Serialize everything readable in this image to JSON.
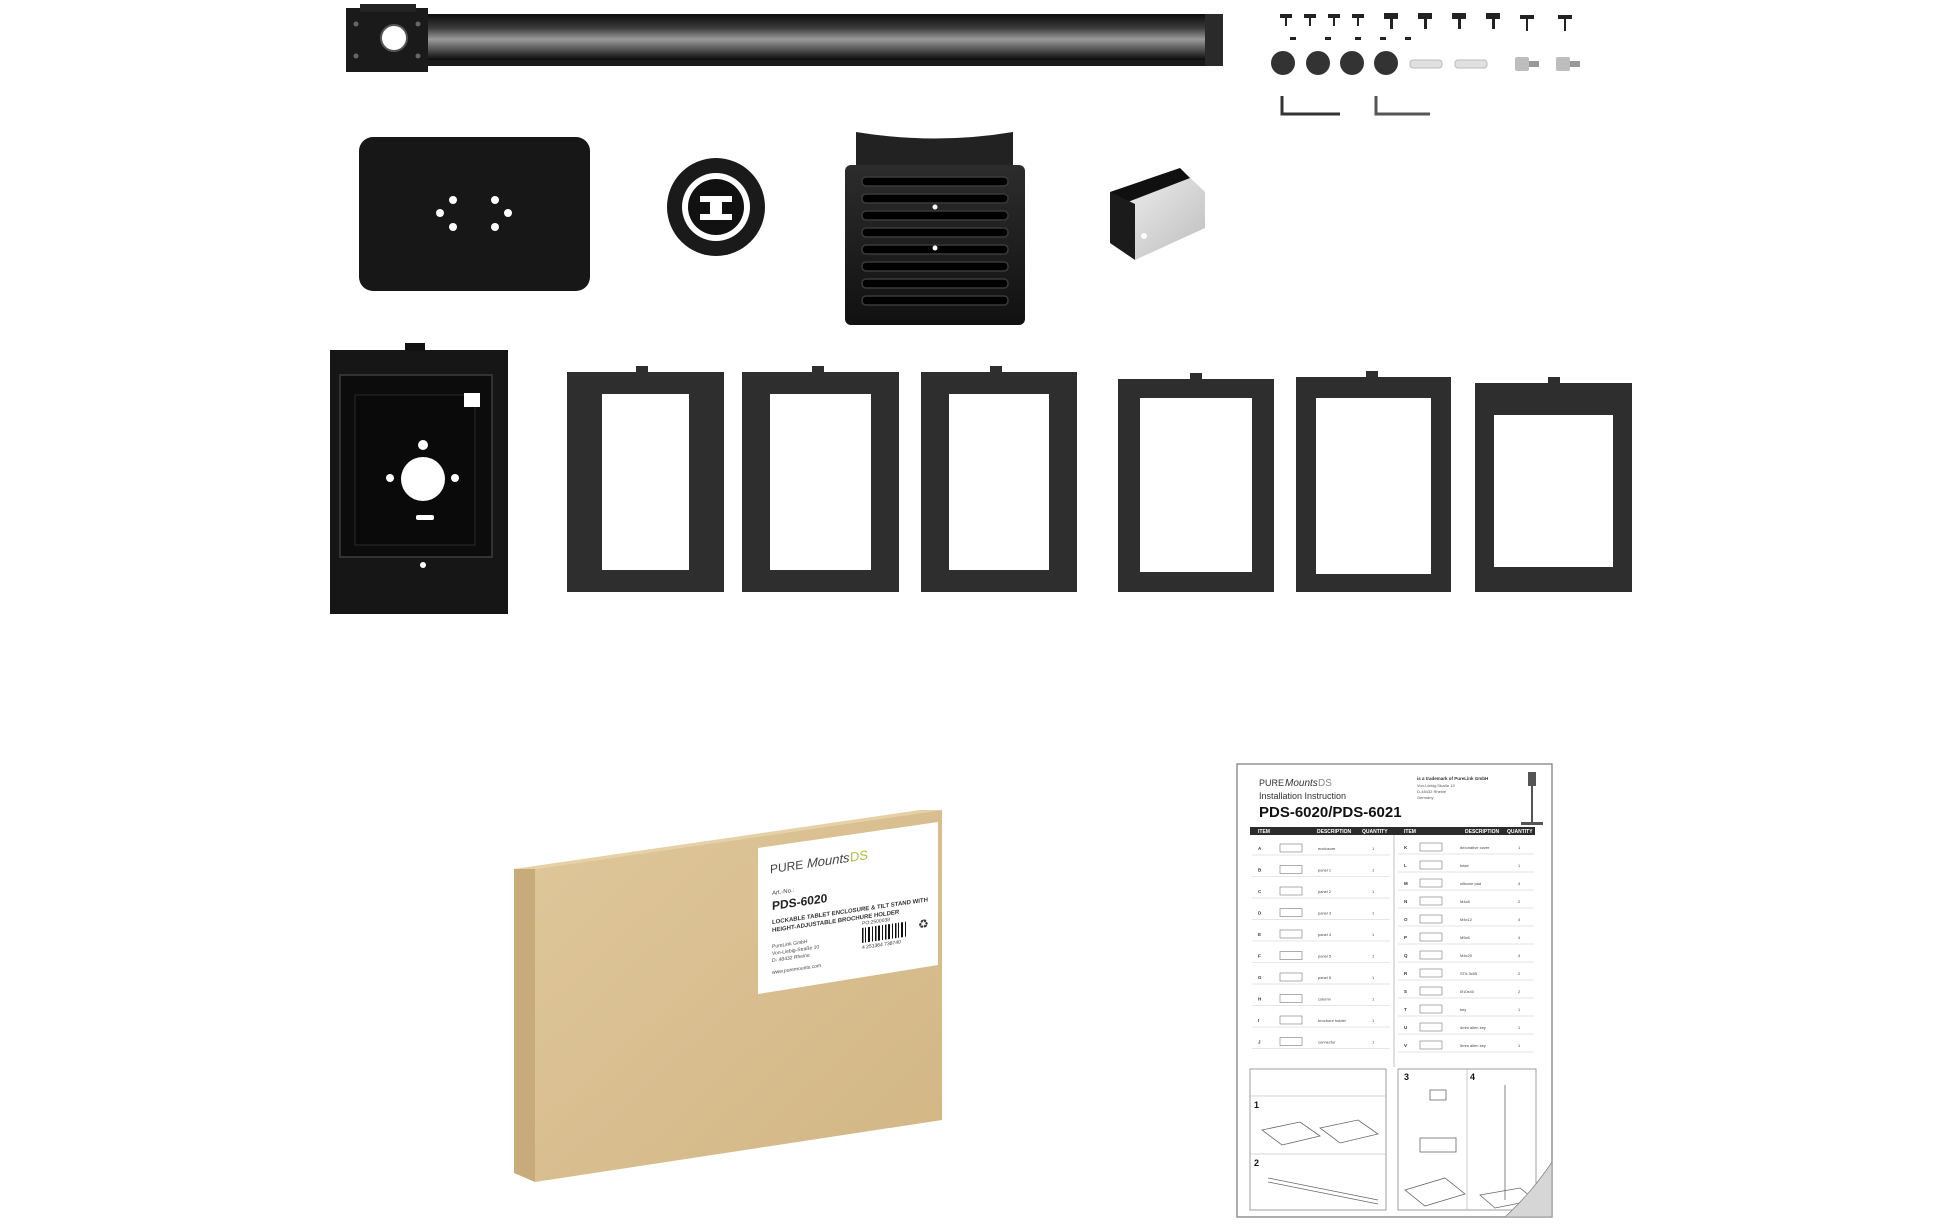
{
  "colors": {
    "background": "#ffffff",
    "metal": "#1b1b1b",
    "metal_highlight": "#8a8a8a",
    "panel": "#3a3a3a",
    "cardboard": "#d9bf92",
    "cardboard_dark": "#c2a676",
    "brand_green": "#a9c23f"
  },
  "box_label": {
    "brand": "PURE",
    "brand_script": "Mounts",
    "brand_suffix": "DS",
    "art_no_label": "Art.-No.:",
    "model": "PDS-6020",
    "description_line1": "LOCKABLE TABLET ENCLOSURE & TILT STAND WITH",
    "description_line2": "HEIGHT-ADJUSTABLE BROCHURE HOLDER",
    "company_line1": "PureLink GmbH",
    "company_line2": "Von-Liebig-Straße 10",
    "company_line3": "D- 48432 Rheine",
    "po": "PO:2500038",
    "barcode_number": "4 251364 738740",
    "website": "www.puremounts.com"
  },
  "manual": {
    "brand": "PURE",
    "brand_script": "Mounts",
    "brand_suffix": "DS",
    "trademark_line": "is a trademark of PureLink GmbH",
    "address_line1": "Von-Liebig-Straße 10",
    "address_line2": "D-48432 Rheine",
    "address_line3": "Germany",
    "subtitle": "Installation Instruction",
    "title": "PDS-6020/PDS-6021",
    "table_headers": [
      "ITEM",
      "DESCRIPTION",
      "QUANTITY",
      "ITEM",
      "DESCRIPTION",
      "QUANTITY"
    ],
    "left_items": [
      {
        "item": "A",
        "desc": "enclosure",
        "qty": "1"
      },
      {
        "item": "B",
        "desc": "panel 1",
        "qty": "1"
      },
      {
        "item": "C",
        "desc": "panel 2",
        "qty": "1"
      },
      {
        "item": "D",
        "desc": "panel 3",
        "qty": "1"
      },
      {
        "item": "E",
        "desc": "panel 4",
        "qty": "1"
      },
      {
        "item": "F",
        "desc": "panel 5",
        "qty": "1"
      },
      {
        "item": "G",
        "desc": "panel 6",
        "qty": "1"
      },
      {
        "item": "H",
        "desc": "column",
        "qty": "1"
      },
      {
        "item": "I",
        "desc": "brochure holder",
        "qty": "1"
      },
      {
        "item": "J",
        "desc": "connector",
        "qty": "1"
      }
    ],
    "right_items": [
      {
        "item": "K",
        "desc": "decorative cover",
        "qty": "1"
      },
      {
        "item": "L",
        "desc": "base",
        "qty": "1"
      },
      {
        "item": "M",
        "desc": "silicone pad",
        "qty": "4"
      },
      {
        "item": "N",
        "desc": "M4x8",
        "qty": "2"
      },
      {
        "item": "O",
        "desc": "M4x12",
        "qty": "4"
      },
      {
        "item": "P",
        "desc": "M5x6",
        "qty": "4"
      },
      {
        "item": "Q",
        "desc": "M4x20",
        "qty": "4"
      },
      {
        "item": "R",
        "desc": "ST6.3x55",
        "qty": "2"
      },
      {
        "item": "S",
        "desc": "Ø10x40",
        "qty": "2"
      },
      {
        "item": "T",
        "desc": "key",
        "qty": "1"
      },
      {
        "item": "U",
        "desc": "4mm allen key",
        "qty": "1"
      },
      {
        "item": "V",
        "desc": "5mm allen key",
        "qty": "1"
      }
    ],
    "steps": [
      "1",
      "2",
      "3",
      "4"
    ]
  }
}
